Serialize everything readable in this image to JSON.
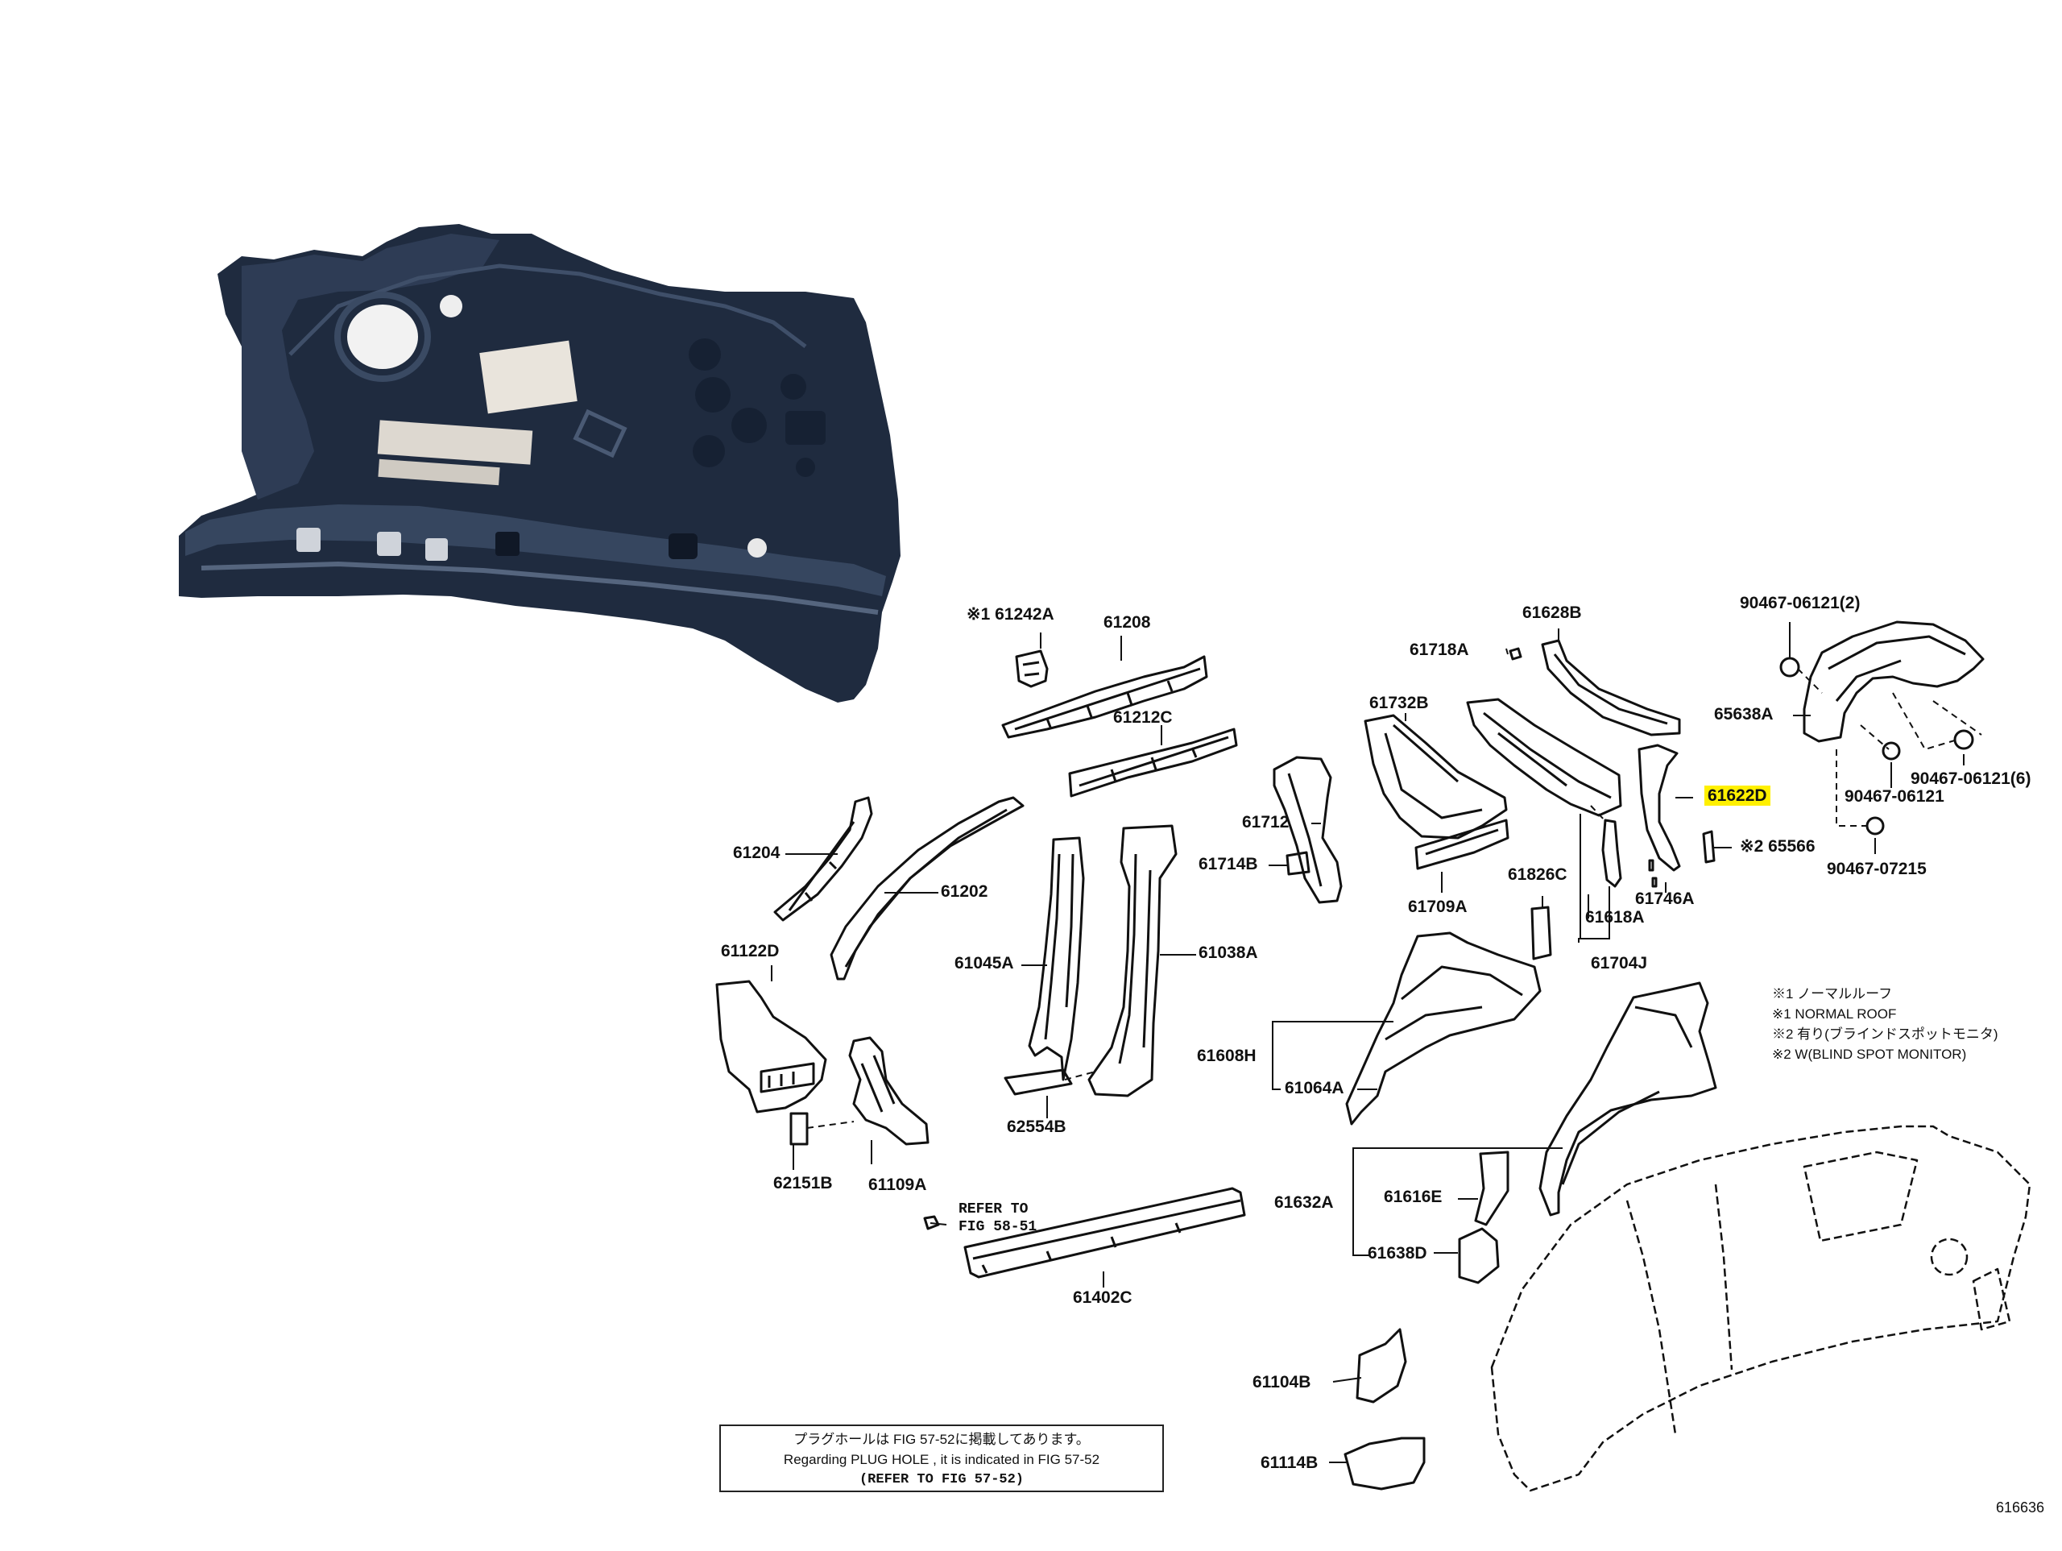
{
  "diagram": {
    "part_labels": {
      "p61242a": "※1 61242A",
      "p61208": "61208",
      "p61212c": "61212C",
      "p61204": "61204",
      "p61202": "61202",
      "p61122d": "61122D",
      "p62151b": "62151B",
      "p61109a": "61109A",
      "p61045a": "61045A",
      "p61038a": "61038A",
      "p62554b": "62554B",
      "p61402c": "61402C",
      "p61712": "61712",
      "p61714b": "61714B",
      "p61732b": "61732B",
      "p61709a": "61709A",
      "p61718a": "61718A",
      "p61628b": "61628B",
      "p61826c": "61826C",
      "p61618a": "61618A",
      "p61704j": "61704J",
      "p61746a": "61746A",
      "p61622d": "61622D",
      "p65566": "※2 65566",
      "p65638a": "65638A",
      "p90467_06121_2": "90467-06121(2)",
      "p90467_06121_6": "90467-06121(6)",
      "p90467_06121": "90467-06121",
      "p90467_07215": "90467-07215",
      "p61608h": "61608H",
      "p61064a": "61064A",
      "p61632a": "61632A",
      "p61616e": "61616E",
      "p61638d": "61638D",
      "p61104b": "61104B",
      "p61114b": "61114B"
    },
    "highlight_color": "#fff000",
    "refer_to": [
      "REFER TO",
      "FIG 58-51"
    ],
    "notes": [
      "※1 ノーマルルーフ",
      "※1 NORMAL ROOF",
      "※2 有り(ブラインドスポットモニタ)",
      "※2 W(BLIND SPOT MONITOR)"
    ],
    "plug_hole_box": [
      "プラグホールは FIG 57-52に掲載してあります。",
      "Regarding PLUG HOLE , it is indicated in FIG 57-52",
      "(REFER TO FIG 57-52)"
    ],
    "figure_code": "616636"
  }
}
